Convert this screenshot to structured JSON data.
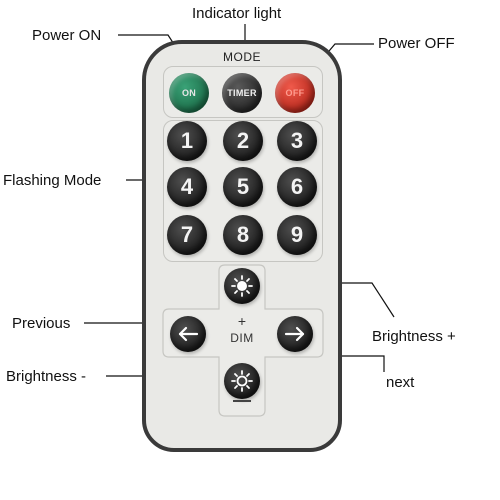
{
  "labels": {
    "indicator_light": "Indicator light",
    "power_on": "Power ON",
    "power_off": "Power OFF",
    "flashing_mode": "Flashing Mode",
    "previous": "Previous",
    "brightness_plus": "Brightness +",
    "next": "next",
    "brightness_minus": "Brightness -"
  },
  "remote": {
    "mode_label": "MODE",
    "power_buttons": {
      "on": "ON",
      "timer": "TIMER",
      "off": "OFF"
    },
    "number_keys": [
      "1",
      "2",
      "3",
      "4",
      "5",
      "6",
      "7",
      "8",
      "9"
    ],
    "dim": {
      "plus": "+",
      "label": "DIM"
    }
  },
  "colors": {
    "on_button": "#1f7a52",
    "timer_button": "#2e2e2e",
    "off_button": "#d9362a",
    "number_button": "#2b2b2b",
    "remote_body": "#e9e9e6",
    "remote_border": "#3a3a3a"
  },
  "icons": {
    "brightness_up": "sun-filled-icon",
    "brightness_down": "sun-outline-icon",
    "previous": "arrow-left-icon",
    "next": "arrow-right-icon"
  }
}
